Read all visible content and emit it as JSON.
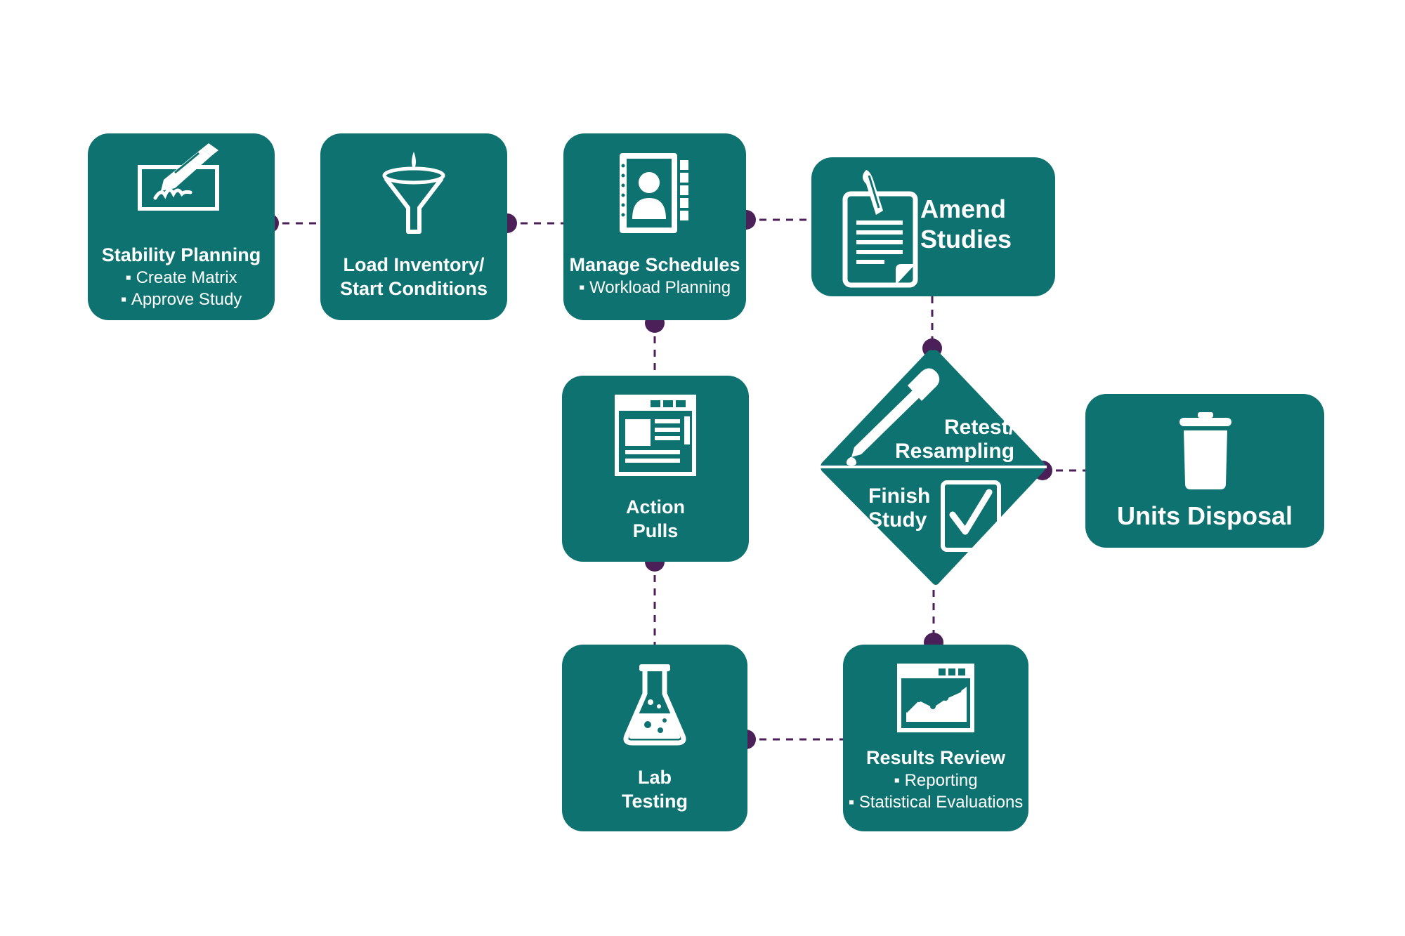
{
  "colors": {
    "card": "#0e7370",
    "connector_dot": "#4b1f57",
    "connector_line": "#4b1f57",
    "background": "#ffffff"
  },
  "steps": {
    "stability_planning": {
      "title": "Stability Planning",
      "items": [
        "Create Matrix",
        "Approve Study"
      ],
      "icon": "signature-pen-icon"
    },
    "load_inventory": {
      "title_line1": "Load Inventory/",
      "title_line2": "Start Conditions",
      "icon": "funnel-icon"
    },
    "manage_schedules": {
      "title": "Manage Schedules",
      "items": [
        "Workload Planning"
      ],
      "icon": "address-book-icon"
    },
    "amend_studies": {
      "title_line1": "Amend",
      "title_line2": "Studies",
      "icon": "clipboard-document-icon"
    },
    "action_pulls": {
      "title_line1": "Action",
      "title_line2": "Pulls",
      "icon": "browser-window-icon"
    },
    "retest": {
      "title_line1": "Retest/",
      "title_line2": "Resampling",
      "icon": "dropper-icon"
    },
    "finish_study": {
      "title_line1": "Finish",
      "title_line2": "Study",
      "icon": "checkmark-document-icon"
    },
    "units_disposal": {
      "title": "Units Disposal",
      "icon": "trash-can-icon"
    },
    "lab_testing": {
      "title_line1": "Lab",
      "title_line2": "Testing",
      "icon": "flask-icon"
    },
    "results_review": {
      "title": "Results Review",
      "items": [
        "Reporting",
        "Statistical Evaluations"
      ],
      "icon": "line-chart-window-icon"
    }
  }
}
